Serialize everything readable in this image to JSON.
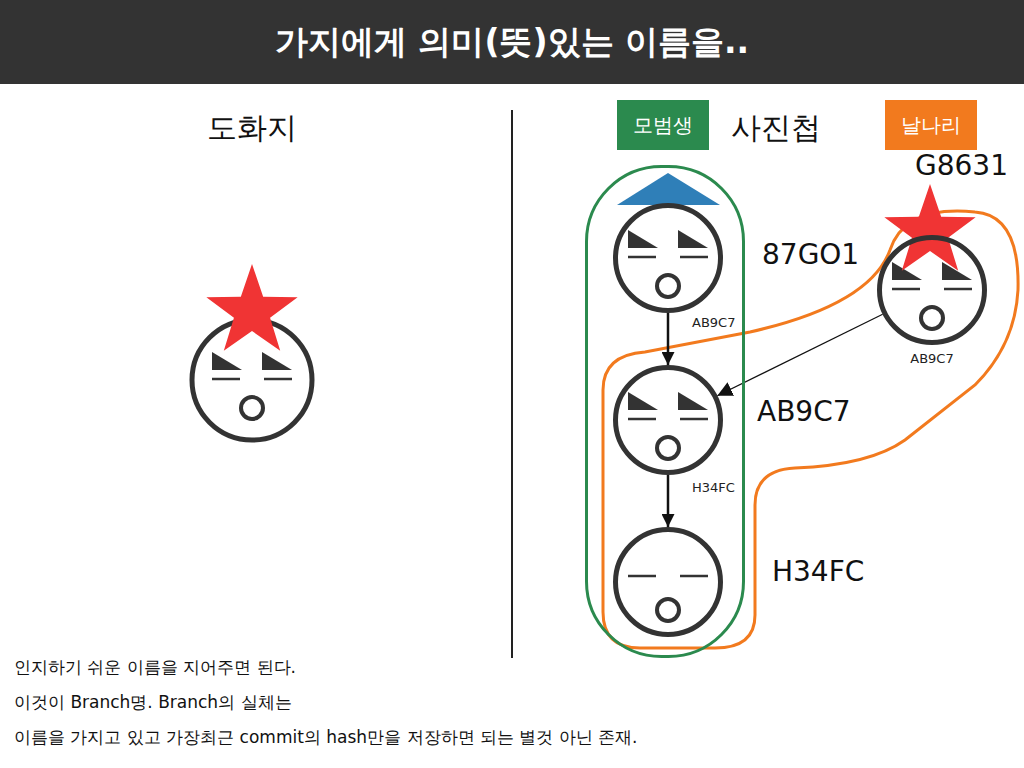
{
  "diagram": {
    "title": "가지에게 의미(뜻)있는 이름을..",
    "nodes": [
      {
        "text": [
          "모범생"
        ]
      },
      {
        "text": [
          "87GO1"
        ],
        "in": 0
      },
      {
        "text": [
          "AB9C7"
        ],
        "in": 0
      },
      {
        "text": [
          "H34FC"
        ],
        "in": 0
      },
      {
        "text": [
          "날나리"
        ]
      },
      {
        "text": [
          "G8631"
        ]
      }
    ],
    "edges": [
      {
        "from": 1,
        "to": 2,
        "label": "AB9C7",
        "arrow": "to"
      },
      {
        "from": 2,
        "to": 3,
        "label": "H34FC",
        "arrow": "to"
      },
      {
        "from": 5,
        "to": 2,
        "label": "AB9C7",
        "arrow": "to"
      }
    ],
    "labels": [
      "도화지",
      "사진첩",
      "인지하기 쉬운 이름을 지어주면 된다.",
      "이것이 Branch명. Branch의 실체는",
      "이름을 가지고 있고 가장최근 commit의 hash만을 저장하면 되는 별것 아닌 존재."
    ]
  }
}
